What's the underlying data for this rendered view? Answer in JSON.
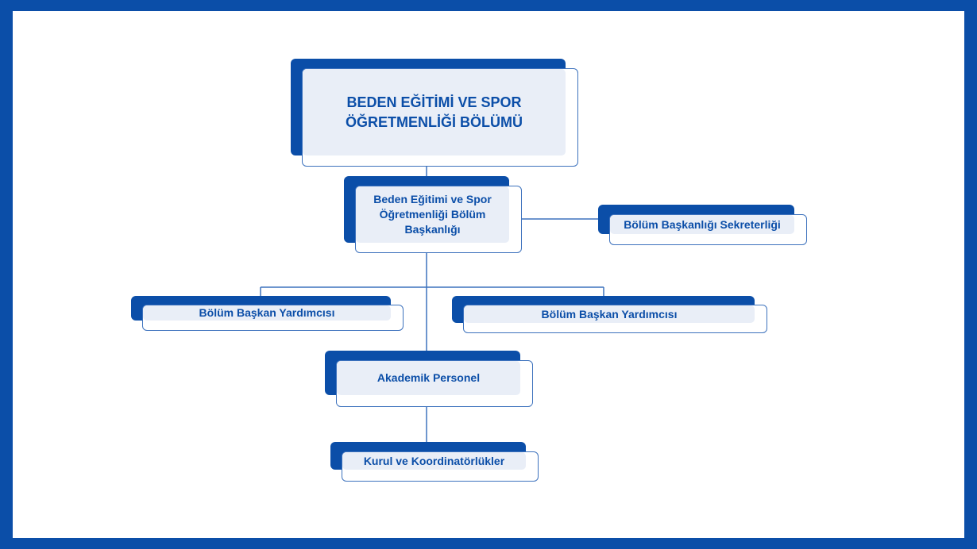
{
  "colors": {
    "accent": "#0b4ea8",
    "border": "#3d72bd",
    "fill": "#e9eef7",
    "background": "#ffffff"
  },
  "chart": {
    "root": {
      "line1": "BEDEN EĞİTİMİ VE SPOR",
      "line2": "ÖĞRETMENLİĞİ BÖLÜMÜ"
    },
    "head": {
      "line1": "Beden Eğitimi ve Spor",
      "line2": "Öğretmenliği Bölüm",
      "line3": "Başkanlığı"
    },
    "secretary": "Bölüm Başkanlığı Sekreterliği",
    "deputy_left": "Bölüm Başkan Yardımcısı",
    "deputy_right": "Bölüm Başkan Yardımcısı",
    "academic": "Akademik Personel",
    "committees": "Kurul ve Koordinatörlükler"
  }
}
